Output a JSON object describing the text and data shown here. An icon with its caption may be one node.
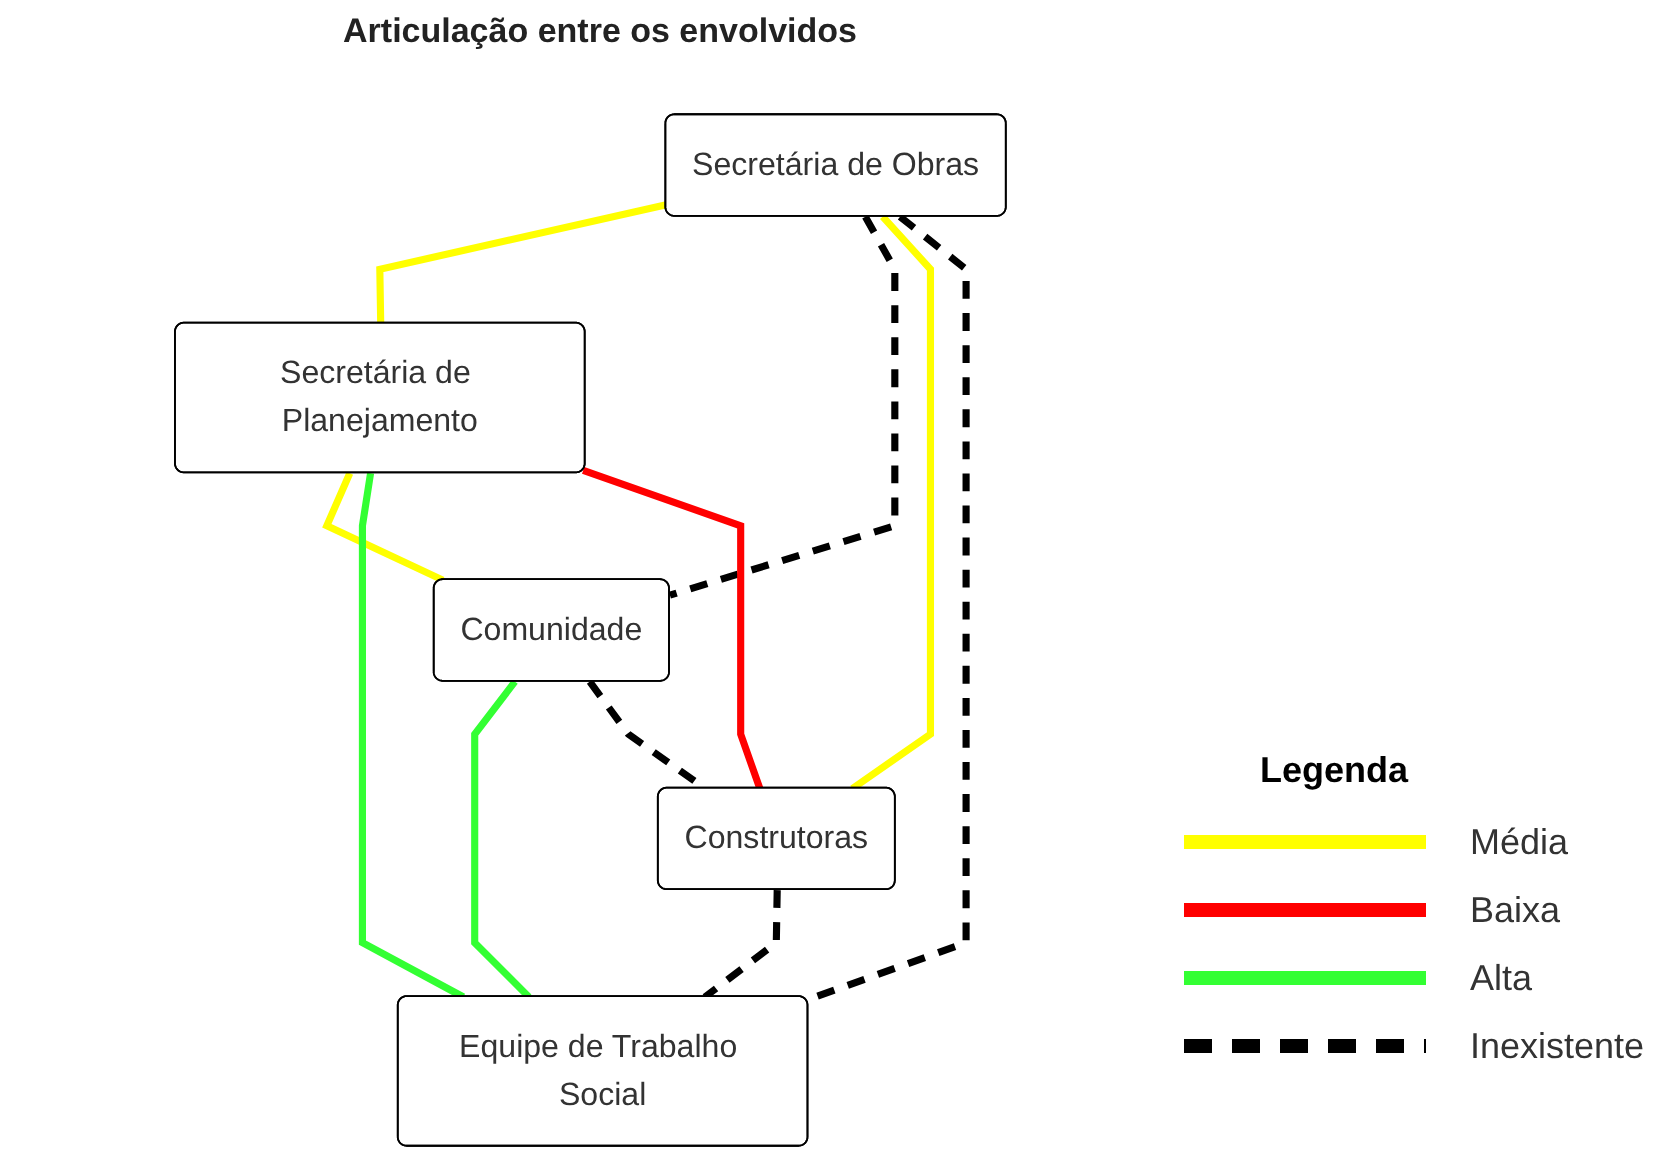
{
  "diagram": {
    "title": "Articulação entre os envolvidos",
    "nodes": [
      {
        "text": [
          "Secretária de Obras"
        ]
      },
      {
        "text": [
          "Secretária de Planejamento"
        ]
      },
      {
        "text": [
          "Comunidade"
        ]
      },
      {
        "text": [
          "Construtoras"
        ]
      },
      {
        "text": [
          "Equipe de Trabalho Social"
        ]
      }
    ],
    "edges": [
      {
        "from": 0,
        "to": 1,
        "arrow": "none",
        "color": "#ffff00"
      },
      {
        "from": 0,
        "to": 2,
        "arrow": "none",
        "style": "dashed",
        "color": "#000000"
      },
      {
        "from": 0,
        "to": 3,
        "arrow": "none",
        "color": "#ffff00"
      },
      {
        "from": 1,
        "to": 2,
        "arrow": "none",
        "color": "#ffff00"
      },
      {
        "from": 1,
        "to": 4,
        "arrow": "none",
        "color": "#33ff33"
      },
      {
        "from": 2,
        "to": 4,
        "arrow": "none",
        "color": "#33ff33"
      },
      {
        "from": 2,
        "to": 3,
        "arrow": "none",
        "style": "dashed",
        "color": "#000000"
      },
      {
        "from": 3,
        "to": 4,
        "arrow": "none",
        "style": "dashed",
        "color": "#000000"
      },
      {
        "from": 1,
        "to": 3,
        "arrow": "none",
        "color": "#ff0000"
      },
      {
        "from": 0,
        "to": 4,
        "arrow": "none",
        "style": "dashed",
        "color": "#000000"
      }
    ],
    "labels": [
      "Legenda"
    ],
    "legend": [
      {
        "text": "Média",
        "color": "#ffff00"
      },
      {
        "text": "Baixa",
        "color": "#ff0000"
      },
      {
        "text": "Alta",
        "color": "#33ff33"
      },
      {
        "text": "Inexistente"
      }
    ]
  }
}
